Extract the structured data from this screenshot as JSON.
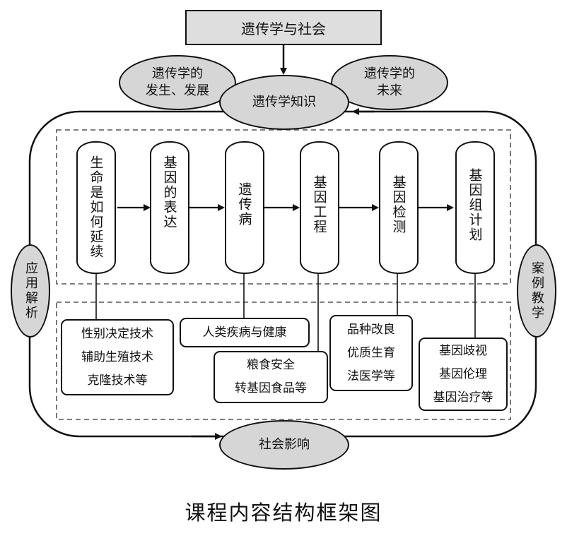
{
  "title": "遗传学与社会",
  "knowledge": "遗传学知识",
  "history": [
    "遗传学的",
    "发生、发展"
  ],
  "future": [
    "遗传学的",
    "未来"
  ],
  "side_left": "应用解析",
  "side_right": "案例教学",
  "topics": [
    "生命是如何延续",
    "基因的表达",
    "遗传病",
    "基因工程",
    "基因检测",
    "基因组计划"
  ],
  "apps": {
    "box1": [
      "性别决定技术",
      "辅助生殖技术",
      "克隆技术等"
    ],
    "box2": "人类疾病与健康",
    "box3": [
      "粮食安全",
      "转基因食品等"
    ],
    "box4": [
      "品种改良",
      "优质生育",
      "法医学等"
    ],
    "box5": [
      "基因歧视",
      "基因伦理",
      "基因治疗等"
    ]
  },
  "social_impact": "社会影响",
  "caption": "课程内容结构框架图"
}
